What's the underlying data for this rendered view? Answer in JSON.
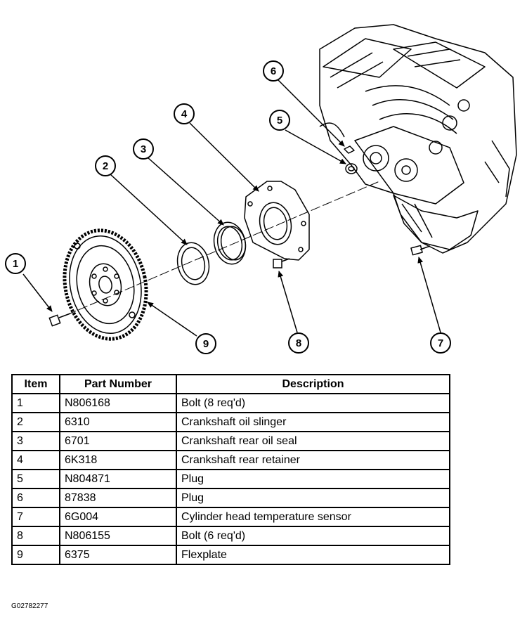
{
  "callouts": [
    {
      "number": "1",
      "label": "Bolt (8 req'd)"
    },
    {
      "number": "2",
      "label": "Crankshaft oil slinger"
    },
    {
      "number": "3",
      "label": "Crankshaft rear oil seal"
    },
    {
      "number": "4",
      "label": "Crankshaft rear retainer"
    },
    {
      "number": "5",
      "label": "Plug"
    },
    {
      "number": "6",
      "label": "Plug"
    },
    {
      "number": "7",
      "label": "Cylinder head temperature sensor"
    },
    {
      "number": "8",
      "label": "Bolt (6 req'd)"
    },
    {
      "number": "9",
      "label": "Flexplate"
    }
  ],
  "table": {
    "headers": {
      "item": "Item",
      "part_number": "Part Number",
      "description": "Description"
    },
    "rows": [
      {
        "item": "1",
        "part_number": "N806168",
        "description": "Bolt (8 req'd)"
      },
      {
        "item": "2",
        "part_number": "6310",
        "description": "Crankshaft oil slinger"
      },
      {
        "item": "3",
        "part_number": "6701",
        "description": "Crankshaft rear oil seal"
      },
      {
        "item": "4",
        "part_number": "6K318",
        "description": "Crankshaft rear retainer"
      },
      {
        "item": "5",
        "part_number": "N804871",
        "description": "Plug"
      },
      {
        "item": "6",
        "part_number": "87838",
        "description": "Plug"
      },
      {
        "item": "7",
        "part_number": "6G004",
        "description": "Cylinder head temperature sensor"
      },
      {
        "item": "8",
        "part_number": "N806155",
        "description": "Bolt (6 req'd)"
      },
      {
        "item": "9",
        "part_number": "6375",
        "description": "Flexplate"
      }
    ]
  },
  "figure_id": "G02782277"
}
